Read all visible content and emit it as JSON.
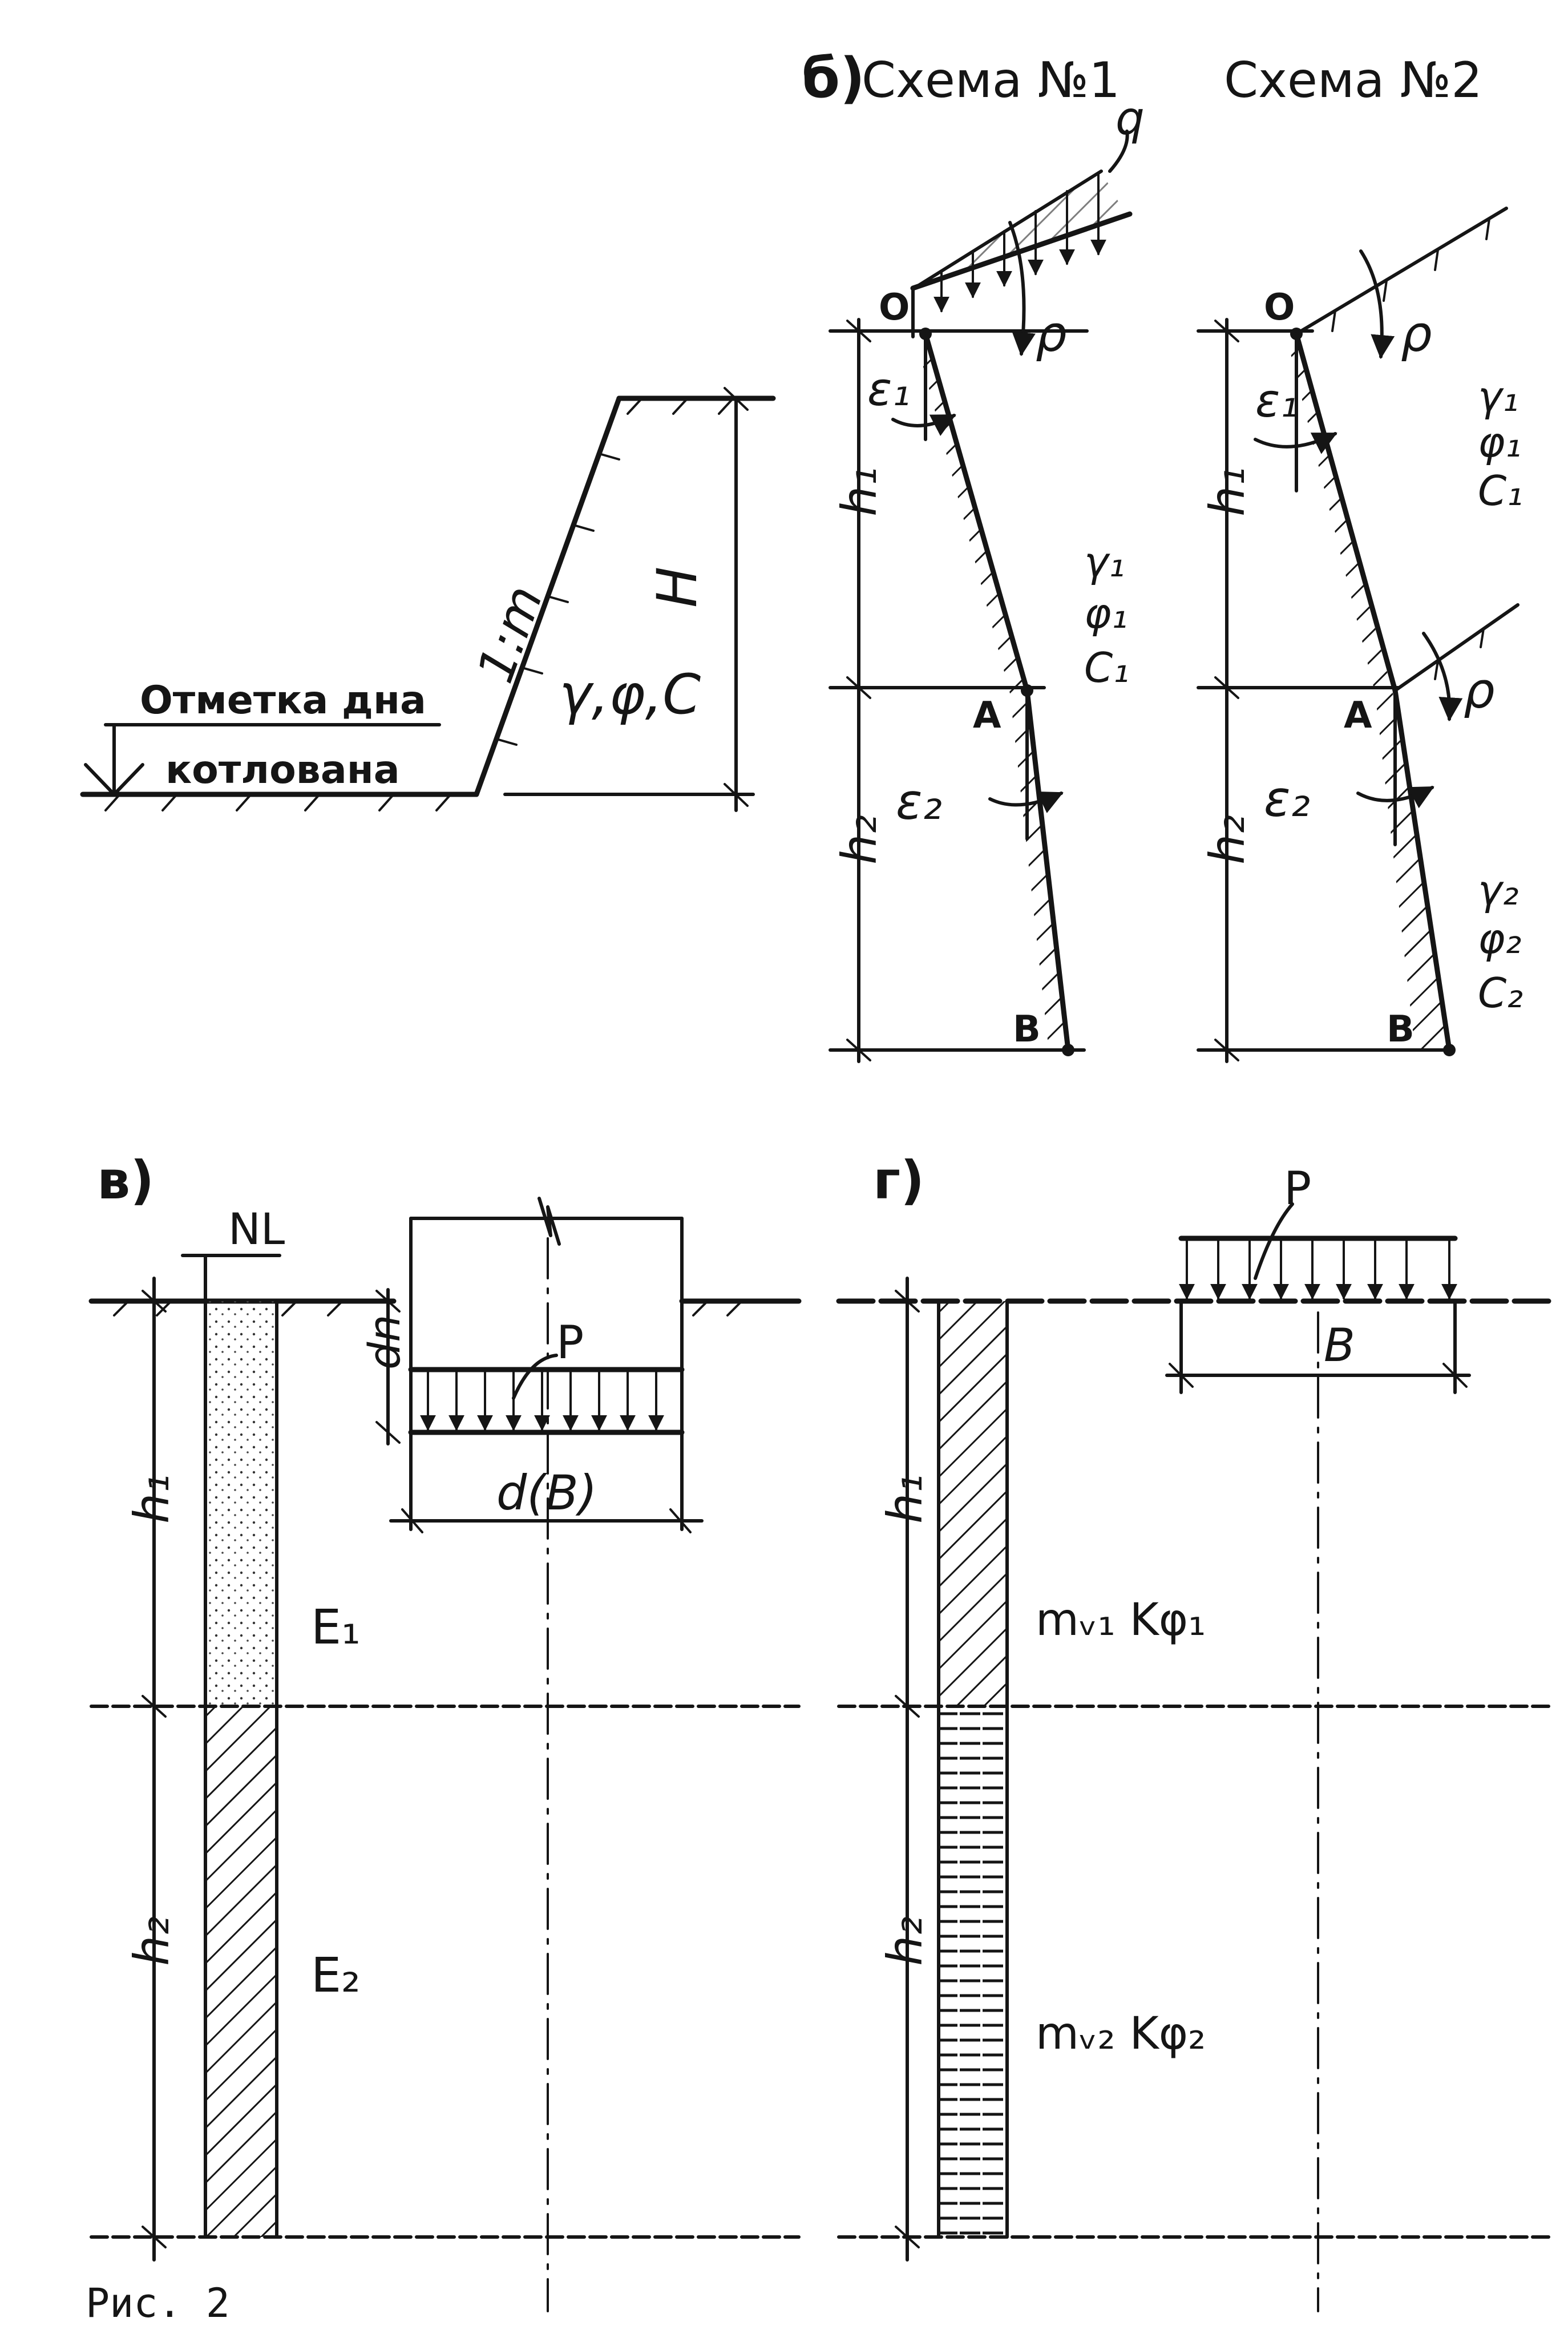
{
  "figure_caption": "Рис. 2",
  "panel_a": {
    "bottom_label_line1": "Отметка дна",
    "bottom_label_line2": "котлована",
    "slope_label": "1:m",
    "soil_params": "γ,φ,C",
    "height_label": "H"
  },
  "panel_b": {
    "prefix": "б)",
    "scheme1": {
      "title": "Схема №1",
      "load_label": "q",
      "angle_rho": "ρ",
      "point_o": "O",
      "point_a": "A",
      "point_b": "B",
      "eps1": "ε₁",
      "eps2": "ε₂",
      "h1": "h₁",
      "h2": "h₂",
      "soil1": [
        "γ₁",
        "φ₁",
        "C₁"
      ]
    },
    "scheme2": {
      "title": "Схема №2",
      "angle_rho_top": "ρ",
      "angle_rho_mid": "ρ",
      "point_o": "O",
      "point_a": "A",
      "point_b": "B",
      "eps1": "ε₁",
      "eps2": "ε₂",
      "h1": "h₁",
      "h2": "h₂",
      "soil1": [
        "γ₁",
        "φ₁",
        "C₁"
      ],
      "soil2": [
        "γ₂",
        "φ₂",
        "C₂"
      ]
    }
  },
  "panel_c": {
    "prefix": "в)",
    "nl_label": "NL",
    "dn_label": "dn",
    "p_label": "P",
    "width_label": "d(B)",
    "h1": "h₁",
    "h2": "h₂",
    "e1": "E₁",
    "e2": "E₂"
  },
  "panel_d": {
    "prefix": "г)",
    "p_label": "P",
    "b_label": "B",
    "h1": "h₁",
    "h2": "h₂",
    "layer1": "mᵥ₁ Kφ₁",
    "layer2": "mᵥ₂ Kφ₂"
  }
}
